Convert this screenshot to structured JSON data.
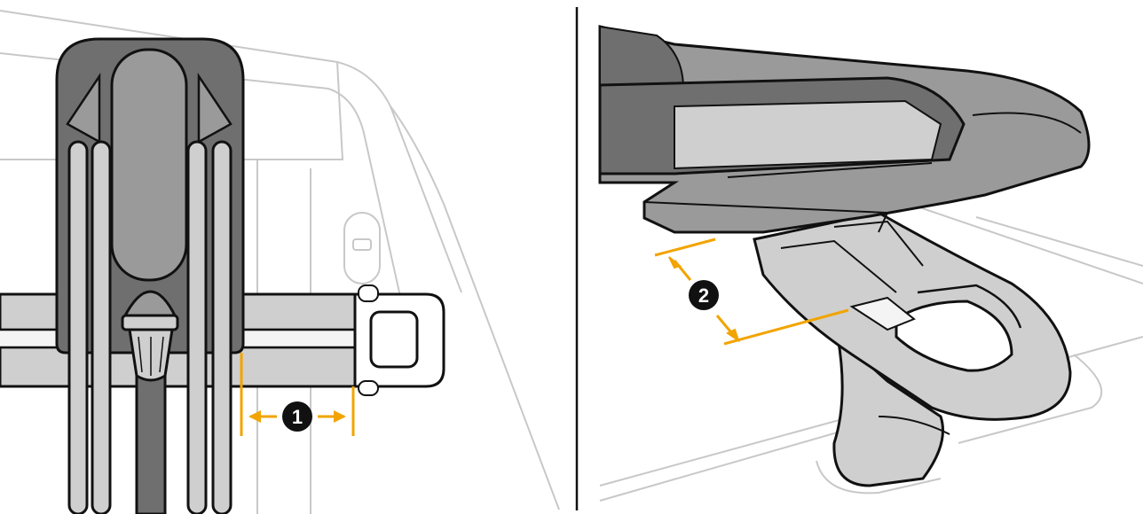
{
  "callouts": [
    {
      "id": "1",
      "label": "1"
    },
    {
      "id": "2",
      "label": "2"
    }
  ],
  "colors": {
    "dimension": "#f2a400",
    "outline": "#111111",
    "fill_dark": "#6f6f6f",
    "fill_mid": "#9a9a9a",
    "fill_light": "#cfcfcf",
    "background_line": "#c8c8c8",
    "background": "#ffffff"
  }
}
